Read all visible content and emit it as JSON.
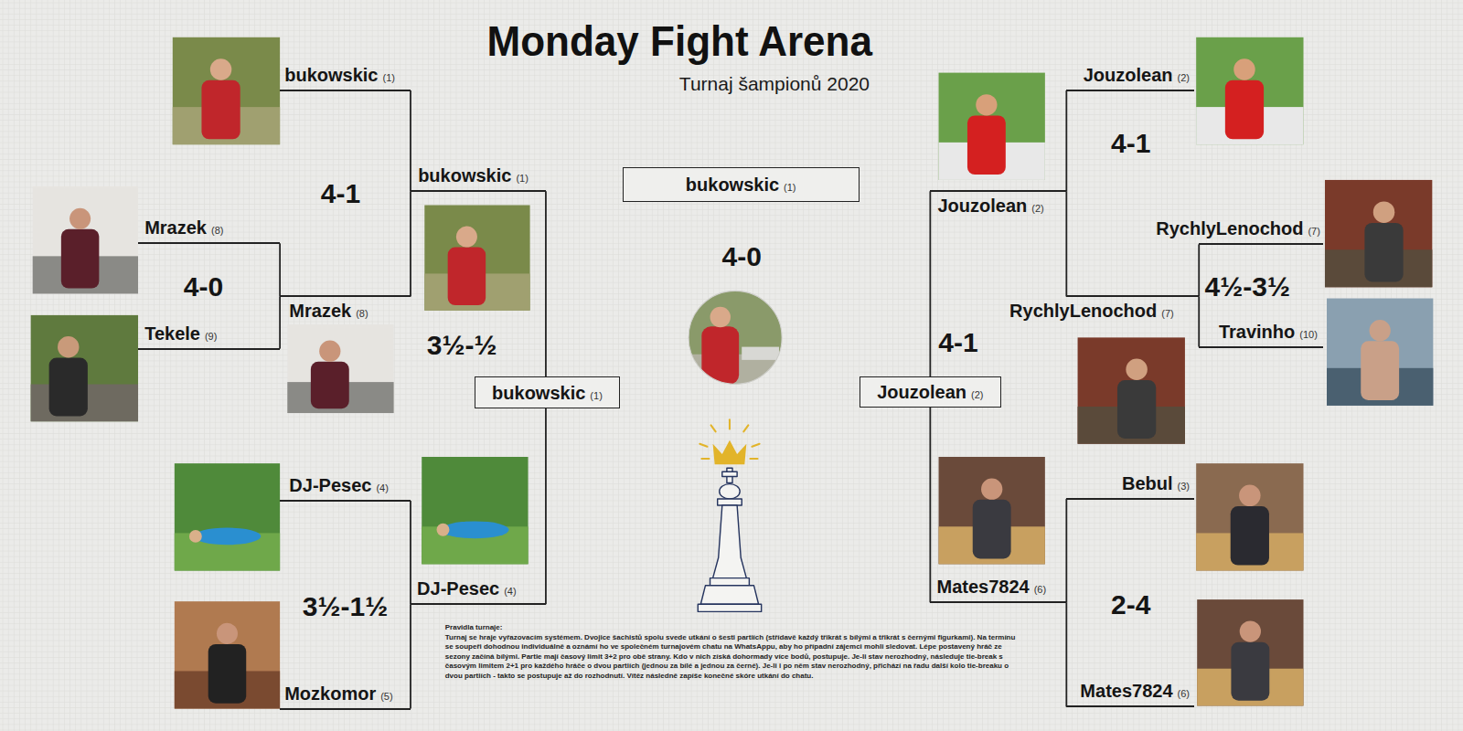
{
  "diagram": {
    "title": "Monday Fight Arena",
    "nodes": [
      {
        "text": [
          "bukowskic",
          "(1)"
        ]
      },
      {
        "text": [
          "Mrazek",
          "(8)"
        ]
      },
      {
        "text": [
          "Tekele",
          "(9)"
        ]
      },
      {
        "text": [
          "Mrazek",
          "(8)"
        ]
      },
      {
        "text": [
          "bukowskic",
          "(1)"
        ]
      },
      {
        "text": [
          "DJ-Pesec",
          "(4)"
        ]
      },
      {
        "text": [
          "Mozkomor",
          "(5)"
        ]
      },
      {
        "text": [
          "DJ-Pesec",
          "(4)"
        ]
      },
      {
        "text": [
          "bukowskic",
          "(1)"
        ]
      },
      {
        "text": [
          "bukowskic",
          "(1)"
        ]
      },
      {
        "text": [
          "Jouzolean",
          "(2)"
        ]
      },
      {
        "text": [
          "Jouzolean",
          "(2)"
        ]
      },
      {
        "text": [
          "RychlyLenochod",
          "(7)"
        ]
      },
      {
        "text": [
          "Travinho",
          "(10)"
        ]
      },
      {
        "text": [
          "RychlyLenochod",
          "(7)"
        ]
      },
      {
        "text": [
          "Jouzolean",
          "(2)"
        ]
      },
      {
        "text": [
          "Bebul",
          "(3)"
        ]
      },
      {
        "text": [
          "Mates7824",
          "(6)"
        ]
      },
      {
        "text": [
          "Mates7824",
          "(6)"
        ]
      }
    ],
    "edges": [
      {
        "from": 1,
        "to": 3,
        "arrow": "none"
      },
      {
        "from": 2,
        "to": 3,
        "arrow": "none"
      },
      {
        "from": 0,
        "to": 4,
        "arrow": "none"
      },
      {
        "from": 3,
        "to": 4,
        "arrow": "none"
      },
      {
        "from": 5,
        "to": 7,
        "arrow": "none"
      },
      {
        "from": 6,
        "to": 7,
        "arrow": "none"
      },
      {
        "from": 4,
        "to": 8,
        "arrow": "none"
      },
      {
        "from": 7,
        "to": 8,
        "arrow": "none"
      },
      {
        "from": 12,
        "to": 14,
        "arrow": "none"
      },
      {
        "from": 13,
        "to": 14,
        "arrow": "none"
      },
      {
        "from": 11,
        "to": 10,
        "arrow": "none"
      },
      {
        "from": 14,
        "to": 10,
        "arrow": "none"
      },
      {
        "from": 16,
        "to": 17,
        "arrow": "none"
      },
      {
        "from": 18,
        "to": 17,
        "arrow": "none"
      },
      {
        "from": 10,
        "to": 15,
        "arrow": "none"
      },
      {
        "from": 17,
        "to": 15,
        "arrow": "none"
      }
    ],
    "labels": [
      "Turnaj šampionů 2020",
      "4-1",
      "4-0",
      "3½-½",
      "3½-1½",
      "4-0",
      "4-1",
      "4½-3½",
      "4-1",
      "2-4",
      "Pravidla turnaje:",
      "Turnaj se hraje vyřazovacím systémem. Dvojice šachistů spolu svede utkání o šesti partiích (střídavě každý třikrát s bílými a třikrát s černými figurkami). Na termínu se soupeři dohodnou individuálně a oznámí ho ve společném turnajovém chatu na WhatsAppu, aby ho případní zájemci mohli sledovat. Lépe postavený hráč ze sezony začíná bílými. Partie mají časový limit 3+2 pro obě strany. Kdo v nich získá dohormady více bodů, postupuje. Je-li stav nerozhodný, následuje tie-break s časovým limitem 2+1 pro každého hráče o dvou partiích (jednou za bílé a jednou za černé). Je-li i po něm stav nerozhodný, přichází na řadu další kolo tie-breaku o dvou partiích - takto se postupuje až do rozhodnutí. Vítěz následně zapíše konečné skóre utkání do chatu."
    ]
  }
}
